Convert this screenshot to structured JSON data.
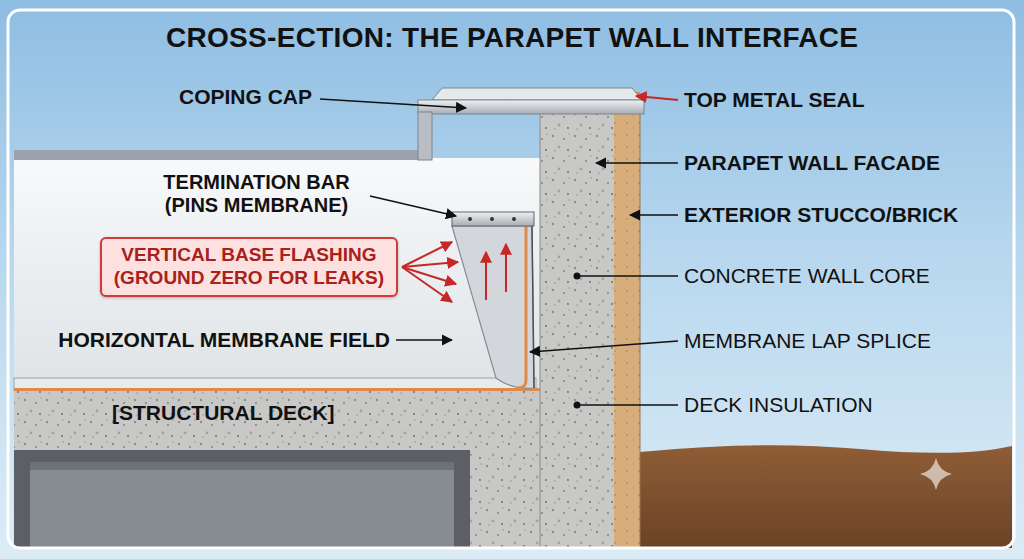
{
  "diagram": {
    "title": "CROSS-ECTION: THE PARAPET WALL INTERFACE",
    "nodes": [
      {
        "text": [
          "VERTICAL BASE FLASHING",
          "(GROUND ZERO FOR LEAKS)"
        ]
      }
    ],
    "labels": [
      "COPING CAP",
      "TERMINATION BAR (PINS MEMBRANE)",
      "HORIZONTAL MEMBRANE FIELD",
      "[STRUCTURAL DECK]",
      "TOP METAL SEAL",
      "PARAPET WALL FACADE",
      "EXTERIOR STUCCO/BRICK",
      "CONCRETE WALL CORE",
      "MEMBRANE LAP SPLICE",
      "DECK INSULATION"
    ]
  }
}
